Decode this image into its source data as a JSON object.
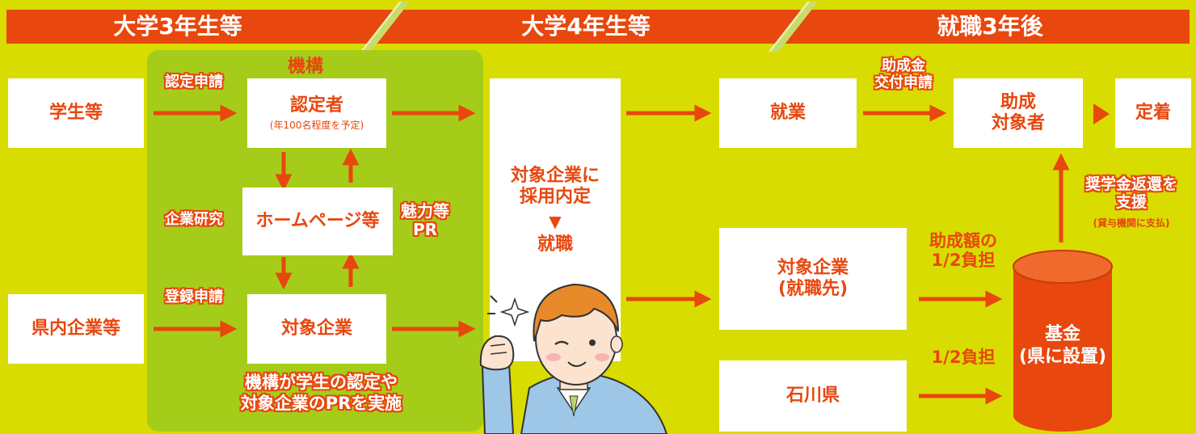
{
  "stages": {
    "year3": "大学3年生等",
    "year4": "大学4年生等",
    "after3": "就職3年後"
  },
  "nodes": {
    "students": "学生等",
    "org_label": "機構",
    "certified": "認定者",
    "certified_note": "(年100名程度を予定)",
    "homepage": "ホームページ等",
    "target_company": "対象企業",
    "prefecture_companies": "県内企業等",
    "offer_line1": "対象企業に",
    "offer_line2": "採用内定",
    "offer_triangle": "▼",
    "employment_start": "就職",
    "working": "就業",
    "subsidy_target_line1": "助成",
    "subsidy_target_line2": "対象者",
    "settle": "定着",
    "employer_line1": "対象企業",
    "employer_line2": "(就職先)",
    "ishikawa": "石川県",
    "fund_line1": "基金",
    "fund_line2": "(県に設置)"
  },
  "labels": {
    "apply_cert": "認定申請",
    "company_research": "企業研究",
    "appeal_line1": "魅力等",
    "appeal_line2": "PR",
    "register_apply": "登録申請",
    "org_note_line1": "機構が学生の認定や",
    "org_note_line2": "対象企業のPRを実施",
    "subsidy_apply_line1": "助成金",
    "subsidy_apply_line2": "交付申請",
    "repay_line1": "奨学金返還を",
    "repay_line2": "支援",
    "repay_note": "(貸与機関に支払)",
    "share_company_line1": "助成額の",
    "share_company_line2": "1/2負担",
    "share_pref": "1/2負担"
  },
  "colors": {
    "background": "#d8dc00",
    "accent": "#e8470e",
    "panel": "#a6cc1a",
    "box": "#ffffff"
  },
  "illustration": {
    "subject": "smiling-businessman-character"
  }
}
